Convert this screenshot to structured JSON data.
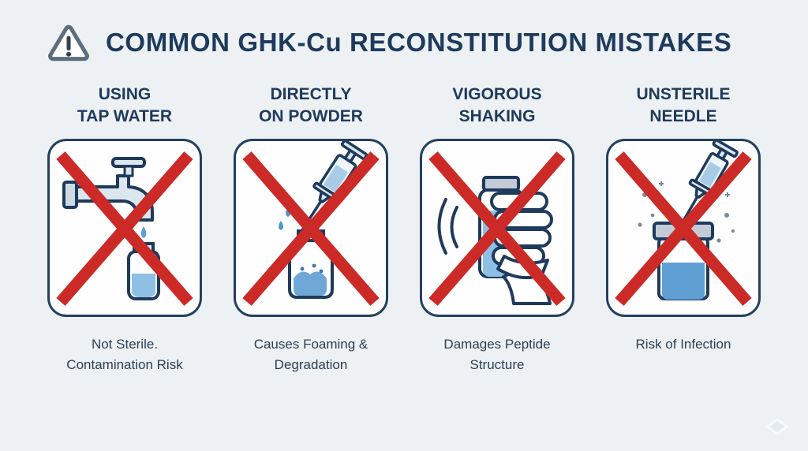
{
  "header": {
    "title": "COMMON GHK-Cu RECONSTITUTION MISTAKES",
    "icon": "warning-triangle-icon"
  },
  "colors": {
    "background": "#edf1f4",
    "navy": "#1e3a5c",
    "red_x": "#cc2a27",
    "liquid_blue": "#8ec0e6",
    "powder_blue": "#6fa8d6",
    "panel_background": "#fefefe"
  },
  "mistakes": [
    {
      "icon": "tap-water-icon",
      "heading_line1": "USING",
      "heading_line2": "TAP WATER",
      "caption_line1": "Not Sterile.",
      "caption_line2": "Contamination Risk"
    },
    {
      "icon": "syringe-on-powder-icon",
      "heading_line1": "DIRECTLY",
      "heading_line2": "ON POWDER",
      "caption_line1": "Causes Foaming &",
      "caption_line2": "Degradation"
    },
    {
      "icon": "shaking-vial-icon",
      "heading_line1": "VIGOROUS",
      "heading_line2": "SHAKING",
      "caption_line1": "Damages Peptide",
      "caption_line2": "Structure"
    },
    {
      "icon": "unsterile-needle-icon",
      "heading_line1": "UNSTERILE",
      "heading_line2": "NEEDLE",
      "caption_line1": "Risk of Infection",
      "caption_line2": ""
    }
  ]
}
